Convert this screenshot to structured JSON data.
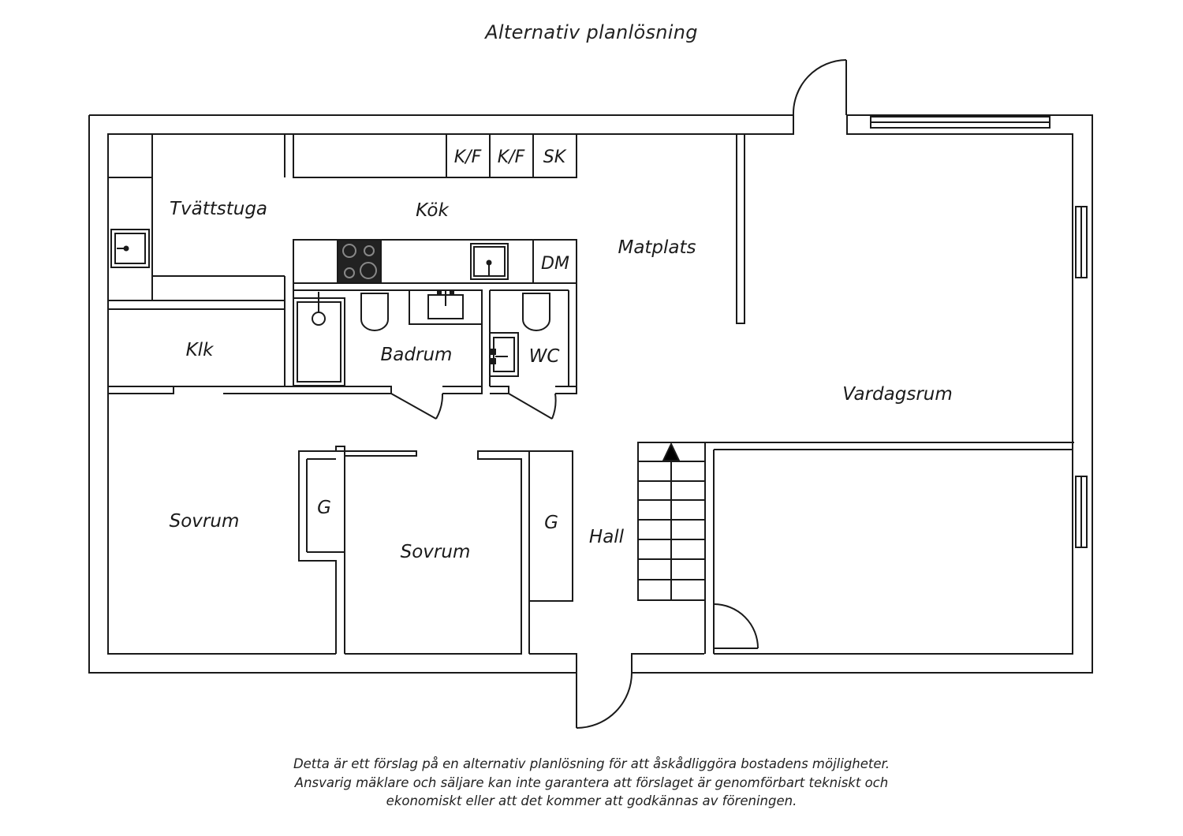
{
  "title": "Alternativ planlösning",
  "rooms": {
    "tvattstuga": "Tvättstuga",
    "kok": "Kök",
    "matplats": "Matplats",
    "klk": "Klk",
    "badrum": "Badrum",
    "wc": "WC",
    "vardagsrum": "Vardagsrum",
    "sovrum_1": "Sovrum",
    "sovrum_2": "Sovrum",
    "garderob_1": "G",
    "garderob_2": "G",
    "hall": "Hall"
  },
  "appliances": {
    "kf_1": "K/F",
    "kf_2": "K/F",
    "sk": "SK",
    "dm": "DM"
  },
  "disclaimer": [
    "Detta är ett förslag på en alternativ planlösning för att åskådliggöra bostadens möjligheter.",
    "Ansvarig mäklare och säljare kan inte garantera att förslaget är genomförbart tekniskt och",
    "ekonomiskt eller att det kommer att godkännas av föreningen."
  ]
}
